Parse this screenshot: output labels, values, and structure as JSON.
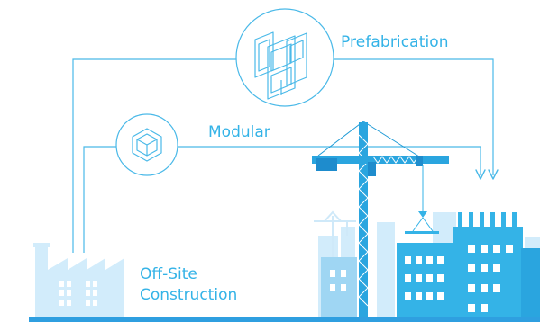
{
  "diagram": {
    "nodes": {
      "prefabrication": {
        "label": "Prefabrication",
        "icon": "prefab-panels-icon"
      },
      "modular": {
        "label": "Modular",
        "icon": "modular-cube-icon"
      },
      "offsite": {
        "label_line1": "Off-Site",
        "label_line2": "Construction",
        "icon": "factory-icon"
      },
      "site": {
        "icon": "construction-site-icon"
      }
    },
    "colors": {
      "accent": "#34b3e7",
      "line": "#4ab9e8",
      "pale": "#d2ecfb",
      "mid": "#9fd6f3",
      "strong": "#1e9ad6",
      "ground": "#2f9fe0"
    }
  }
}
